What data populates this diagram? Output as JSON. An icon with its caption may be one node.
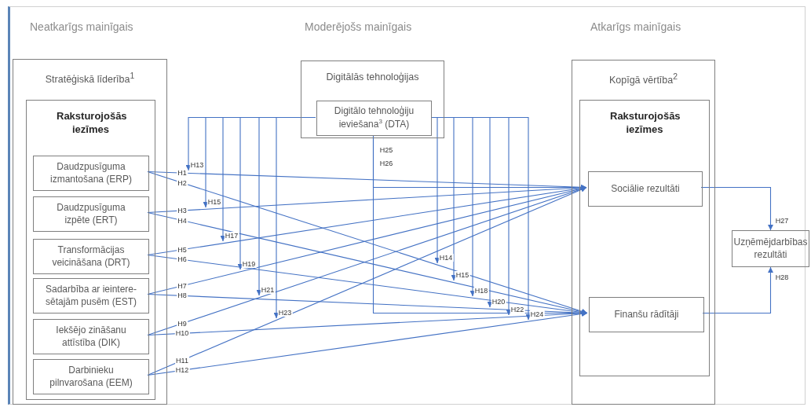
{
  "diagram": {
    "nodes": [
      {
        "text": [
          "Stratēģiskā līderība$^{1}$"
        ]
      },
      {
        "text": [
          "Raksturojošās iezīmes"
        ],
        "in": 0
      },
      {
        "text": [
          "Daudzpusīguma izmantošana (ERP)"
        ],
        "in": 1
      },
      {
        "text": [
          "Daudzpusīguma izpēte (ERT)"
        ],
        "in": 1
      },
      {
        "text": [
          "Transformācijas veicināšana (DRT)"
        ],
        "in": 1
      },
      {
        "text": [
          "Sadarbība ar ieintere-sētajām pusēm (EST)"
        ],
        "in": 1
      },
      {
        "text": [
          "Iekšējo zināšanu attīstība (DIK)"
        ],
        "in": 1
      },
      {
        "text": [
          "Darbinieku pilnvarošana (EEM)"
        ],
        "in": 1
      },
      {
        "text": [
          "Digitālās tehnoloģijas"
        ]
      },
      {
        "text": [
          "Digitālo tehnoloģiju ieviešana$^{3}$ (DTA)"
        ],
        "in": 8
      },
      {
        "text": [
          "Kopīgā vērtība$^{2}$"
        ]
      },
      {
        "text": [
          "Raksturojošās iezīmes"
        ],
        "in": 10
      },
      {
        "text": [
          "Sociālie rezultāti"
        ],
        "in": 11
      },
      {
        "text": [
          "Finanšu rādītāji"
        ],
        "in": 11
      },
      {
        "text": [
          "Uzņēmējdarbības rezultāti"
        ]
      }
    ],
    "edges": [
      {
        "from": 2,
        "to": 12,
        "arrow": "to",
        "label": "H1"
      },
      {
        "from": 2,
        "to": 13,
        "arrow": "to",
        "label": "H2"
      },
      {
        "from": 3,
        "to": 12,
        "arrow": "to",
        "label": "H3"
      },
      {
        "from": 3,
        "to": 13,
        "arrow": "to",
        "label": "H4"
      },
      {
        "from": 4,
        "to": 12,
        "arrow": "to",
        "label": "H5"
      },
      {
        "from": 4,
        "to": 13,
        "arrow": "to",
        "label": "H6"
      },
      {
        "from": 5,
        "to": 12,
        "arrow": "to",
        "label": "H7"
      },
      {
        "from": 5,
        "to": 13,
        "arrow": "to",
        "label": "H8"
      },
      {
        "from": 6,
        "to": 12,
        "arrow": "to",
        "label": "H9"
      },
      {
        "from": 6,
        "to": 13,
        "arrow": "to",
        "label": "H10"
      },
      {
        "from": 7,
        "to": 12,
        "arrow": "to",
        "label": "H11"
      },
      {
        "from": 7,
        "to": 13,
        "arrow": "to",
        "label": "H12"
      },
      {
        "from": 9,
        "to": null,
        "arrow": "to",
        "label": "H13"
      },
      {
        "from": 9,
        "to": null,
        "arrow": "to",
        "label": "H14"
      },
      {
        "from": 9,
        "to": null,
        "arrow": "to",
        "label": "H15"
      },
      {
        "from": 9,
        "to": null,
        "arrow": "to",
        "label": "H15"
      },
      {
        "from": 9,
        "to": null,
        "arrow": "to",
        "label": "H17"
      },
      {
        "from": 9,
        "to": null,
        "arrow": "to",
        "label": "H18"
      },
      {
        "from": 9,
        "to": null,
        "arrow": "to",
        "label": "H19"
      },
      {
        "from": 9,
        "to": null,
        "arrow": "to",
        "label": "H20"
      },
      {
        "from": 9,
        "to": null,
        "arrow": "to",
        "label": "H21"
      },
      {
        "from": 9,
        "to": null,
        "arrow": "to",
        "label": "H22"
      },
      {
        "from": 9,
        "to": null,
        "arrow": "to",
        "label": "H23"
      },
      {
        "from": 9,
        "to": null,
        "arrow": "to",
        "label": "H24"
      },
      {
        "from": 9,
        "to": 12,
        "arrow": "to",
        "label": "H25"
      },
      {
        "from": 9,
        "to": 13,
        "arrow": "to",
        "label": "H26"
      },
      {
        "from": 12,
        "to": 14,
        "arrow": "to",
        "label": "H27"
      },
      {
        "from": 13,
        "to": 14,
        "arrow": "to",
        "label": "H28"
      }
    ],
    "labels": [
      "Neatkarīgs mainīgais",
      "Moderējošs mainīgais",
      "Atkarīgs mainīgais"
    ]
  }
}
